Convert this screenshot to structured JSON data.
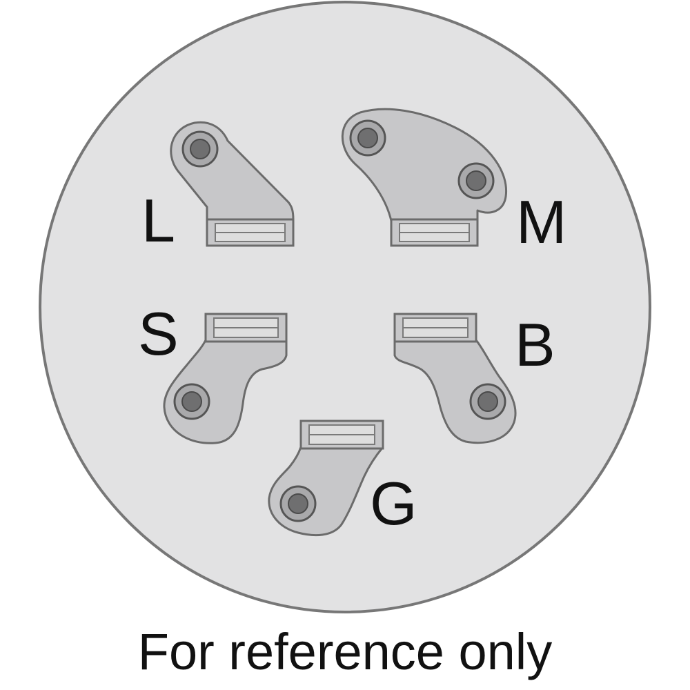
{
  "diagram": {
    "terminals": [
      {
        "id": "L",
        "label": "L"
      },
      {
        "id": "M",
        "label": "M"
      },
      {
        "id": "S",
        "label": "S"
      },
      {
        "id": "B",
        "label": "B"
      },
      {
        "id": "G",
        "label": "G"
      }
    ],
    "caption": "For reference only",
    "colors": {
      "face": "#e2e2e3",
      "terminal": "#c7c7c9",
      "rivet": "#6f6f70",
      "outline": "#6b6b6b",
      "text": "#111111"
    }
  }
}
